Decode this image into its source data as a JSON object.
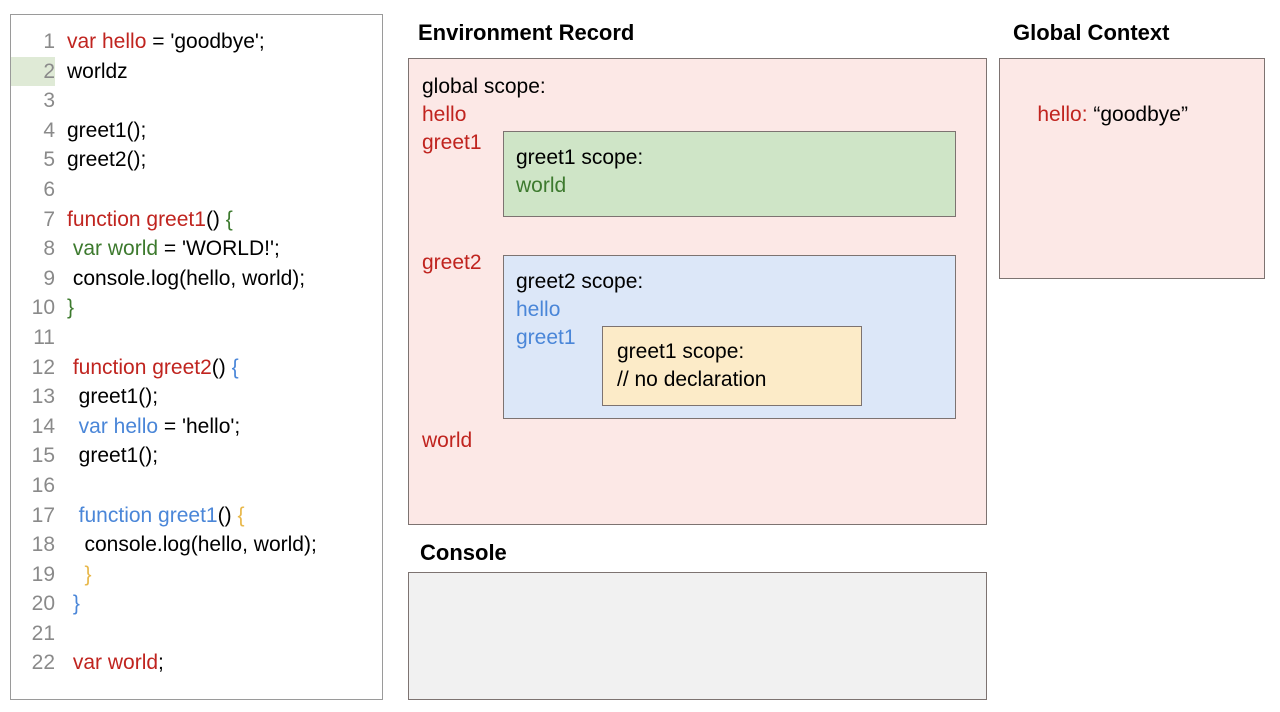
{
  "editor": {
    "highlighted_line": 2,
    "lines": [
      {
        "num": "1",
        "tokens": [
          {
            "t": "var hello",
            "c": "red"
          },
          {
            "t": " = 'goodbye';",
            "c": "black"
          }
        ]
      },
      {
        "num": "2",
        "tokens": [
          {
            "t": "worldz",
            "c": "black"
          }
        ]
      },
      {
        "num": "3",
        "tokens": [
          {
            "t": "",
            "c": "black"
          }
        ]
      },
      {
        "num": "4",
        "tokens": [
          {
            "t": "greet1();",
            "c": "black"
          }
        ]
      },
      {
        "num": "5",
        "tokens": [
          {
            "t": "greet2();",
            "c": "black"
          }
        ]
      },
      {
        "num": "6",
        "tokens": [
          {
            "t": "",
            "c": "black"
          }
        ]
      },
      {
        "num": "7",
        "tokens": [
          {
            "t": "function greet1",
            "c": "red"
          },
          {
            "t": "() ",
            "c": "black"
          },
          {
            "t": "{",
            "c": "green"
          }
        ]
      },
      {
        "num": "8",
        "tokens": [
          {
            "t": " ",
            "c": "black"
          },
          {
            "t": "var world",
            "c": "green"
          },
          {
            "t": " = 'WORLD!';",
            "c": "black"
          }
        ]
      },
      {
        "num": "9",
        "tokens": [
          {
            "t": " console.log(hello, world);",
            "c": "black"
          }
        ]
      },
      {
        "num": "10",
        "tokens": [
          {
            "t": "}",
            "c": "green"
          }
        ]
      },
      {
        "num": "11",
        "tokens": [
          {
            "t": "",
            "c": "black"
          }
        ]
      },
      {
        "num": "12",
        "tokens": [
          {
            "t": " ",
            "c": "black"
          },
          {
            "t": "function greet2",
            "c": "red"
          },
          {
            "t": "() ",
            "c": "black"
          },
          {
            "t": "{",
            "c": "blue"
          }
        ]
      },
      {
        "num": "13",
        "tokens": [
          {
            "t": "  greet1();",
            "c": "black"
          }
        ]
      },
      {
        "num": "14",
        "tokens": [
          {
            "t": "  ",
            "c": "black"
          },
          {
            "t": "var hello",
            "c": "blue"
          },
          {
            "t": " = 'hello';",
            "c": "black"
          }
        ]
      },
      {
        "num": "15",
        "tokens": [
          {
            "t": "  greet1();",
            "c": "black"
          }
        ]
      },
      {
        "num": "16",
        "tokens": [
          {
            "t": "",
            "c": "black"
          }
        ]
      },
      {
        "num": "17",
        "tokens": [
          {
            "t": "  ",
            "c": "black"
          },
          {
            "t": "function greet1",
            "c": "blue"
          },
          {
            "t": "() ",
            "c": "black"
          },
          {
            "t": "{",
            "c": "yellow"
          }
        ]
      },
      {
        "num": "18",
        "tokens": [
          {
            "t": "   console.log(hello, world);",
            "c": "black"
          }
        ]
      },
      {
        "num": "19",
        "tokens": [
          {
            "t": "   ",
            "c": "black"
          },
          {
            "t": "}",
            "c": "yellow"
          }
        ]
      },
      {
        "num": "20",
        "tokens": [
          {
            "t": " ",
            "c": "black"
          },
          {
            "t": "}",
            "c": "blue"
          }
        ]
      },
      {
        "num": "21",
        "tokens": [
          {
            "t": "",
            "c": "black"
          }
        ]
      },
      {
        "num": "22",
        "tokens": [
          {
            "t": " ",
            "c": "black"
          },
          {
            "t": "var world",
            "c": "red"
          },
          {
            "t": ";",
            "c": "black"
          }
        ]
      }
    ]
  },
  "environment_record": {
    "title": "Environment Record",
    "global_scope_label": "global scope:",
    "global_bindings": [
      "hello",
      "greet1",
      "greet2",
      "world"
    ],
    "greet1_global_scope": {
      "label": "greet1 scope:",
      "bindings": [
        "world"
      ]
    },
    "greet2_scope": {
      "label": "greet2 scope:",
      "bindings": [
        "hello",
        "greet1"
      ],
      "greet1_inner_scope": {
        "label": "greet1 scope:",
        "note": "// no declaration"
      }
    }
  },
  "global_context": {
    "title": "Global Context",
    "entry_key": "hello:",
    "entry_value": " “goodbye”"
  },
  "console": {
    "title": "Console",
    "output": ""
  },
  "colors": {
    "pink": "#fce8e6",
    "green": "#cfe5c7",
    "blue": "#dce7f8",
    "yellow": "#fcebc8",
    "console_gray": "#f1f1f1",
    "border": "#7d7371",
    "token_red": "#c0241f",
    "token_green": "#3d7a2e",
    "token_blue": "#4a86d8",
    "token_yellow": "#e8b84b",
    "line_highlight": "#dfead6"
  }
}
